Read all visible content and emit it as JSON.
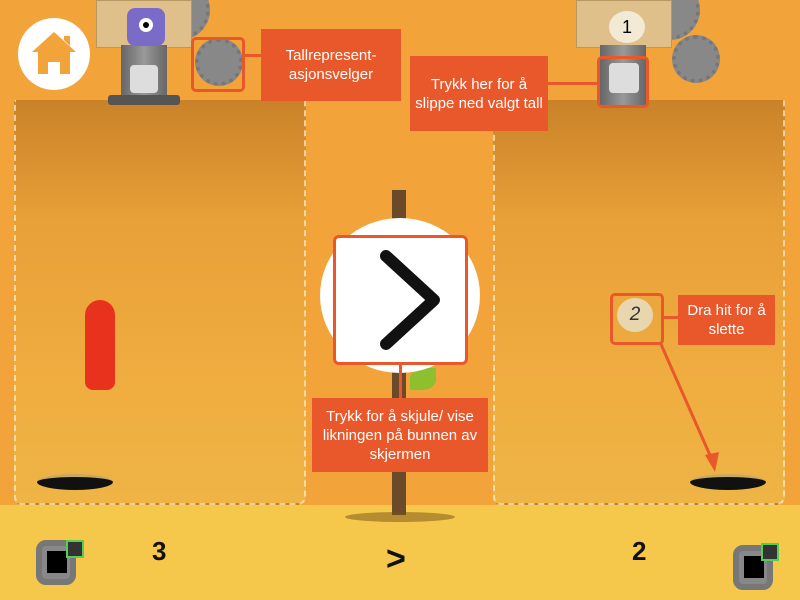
{
  "annotations": {
    "selector": "Tallrepresent-\nasjonsvelger",
    "drop": "Trykk her for å slippe ned valgt tall",
    "toggle": "Trykk for å skjule/ vise likningen på bunnen av skjermen",
    "delete": "Dra hit for å slette"
  },
  "right_machine": {
    "number": "1"
  },
  "right_panel": {
    "token": "2"
  },
  "equation": {
    "left": "3",
    "operator": ">",
    "right": "2"
  },
  "colors": {
    "background": "#f2a43a",
    "annotation": "#e9582b",
    "bottom": "#f5c84c",
    "worm": "#e8321e",
    "selector_left": "#7b6bc9"
  },
  "icons": {
    "home": "home-icon",
    "comparison": "greater-than-icon"
  }
}
